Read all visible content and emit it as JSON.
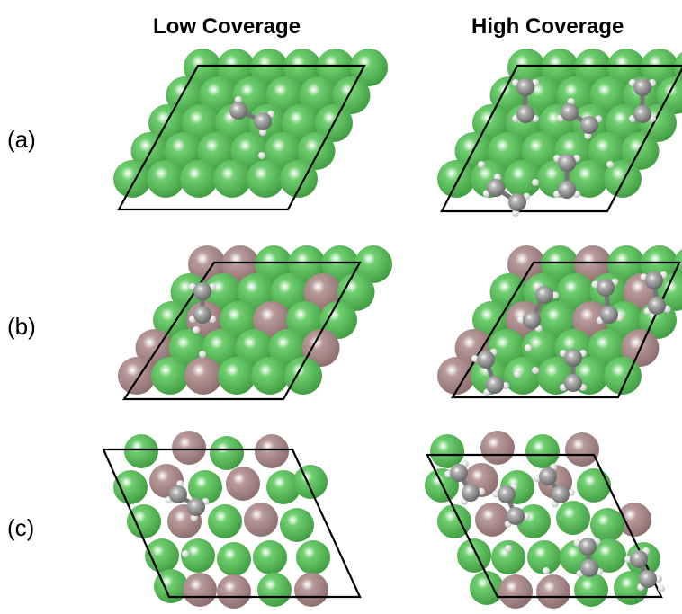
{
  "headers": {
    "low": "Low Coverage",
    "high": "High Coverage"
  },
  "rows": [
    {
      "label": "(a)"
    },
    {
      "label": "(b)"
    },
    {
      "label": "(c)"
    }
  ],
  "colors": {
    "green_atom": "#6fcf6f",
    "green_dark": "#3f9a3f",
    "mauve_atom": "#b89a9a",
    "mauve_dark": "#8a6c6c",
    "carbon": "#8e8e8e",
    "hydrogen": "#f2f2f2",
    "cell_line": "#000000"
  }
}
